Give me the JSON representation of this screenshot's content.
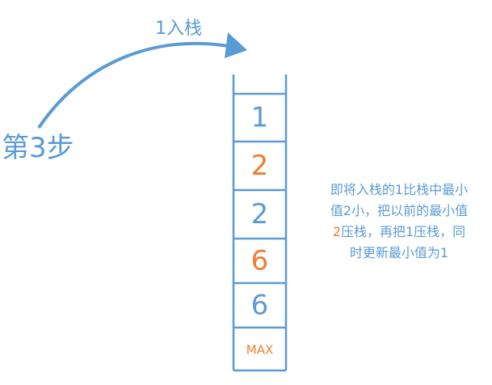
{
  "step_label": "第3步",
  "push_label": "1入栈",
  "colors": {
    "blue": "#5b9bd5",
    "orange": "#ed7d31"
  },
  "stack": [
    {
      "value": "1",
      "color": "blue"
    },
    {
      "value": "2",
      "color": "orange"
    },
    {
      "value": "2",
      "color": "blue"
    },
    {
      "value": "6",
      "color": "orange"
    },
    {
      "value": "6",
      "color": "blue"
    },
    {
      "value": "MAX",
      "color": "orange"
    }
  ],
  "description": {
    "line1": "即将入栈的1比栈中最小",
    "line2": "值2小，把以前的最小值",
    "line3_highlight": "2",
    "line3_rest": "压栈，再把1压栈，同",
    "line4": "时更新最小值为1"
  }
}
